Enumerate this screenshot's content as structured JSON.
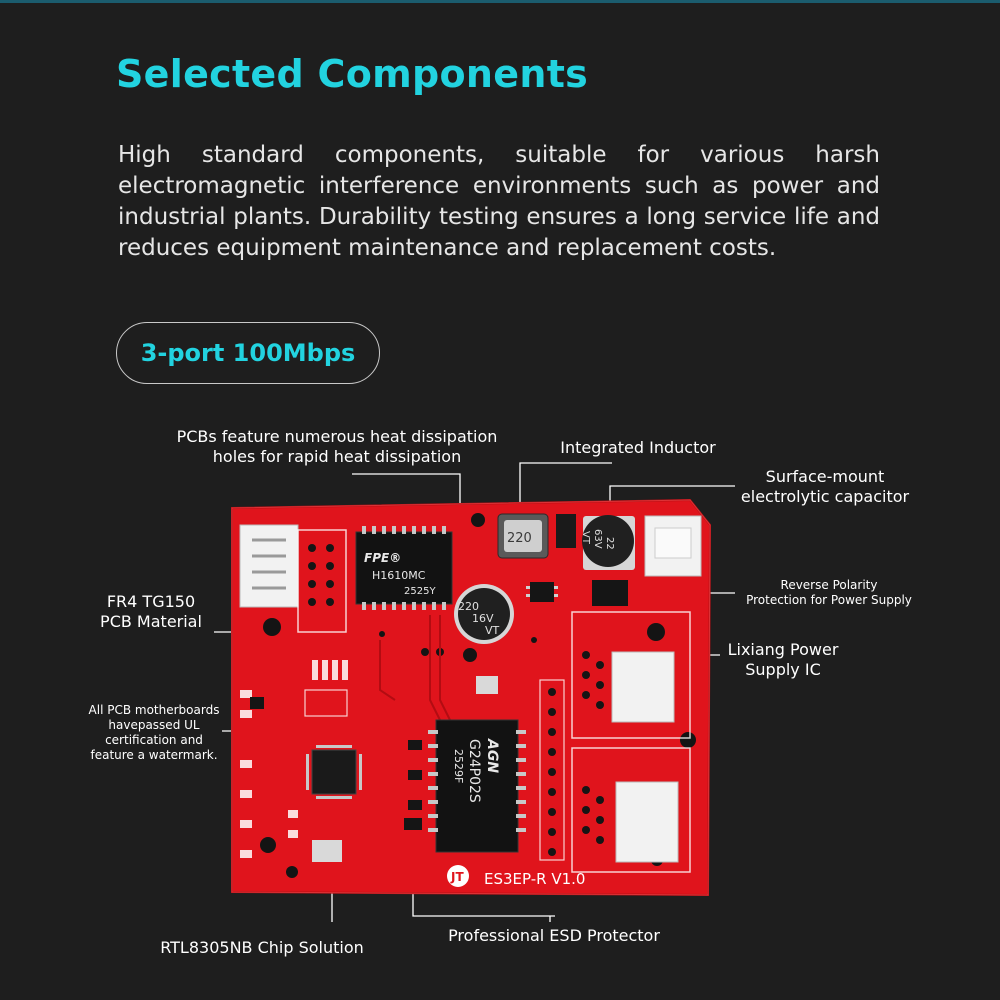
{
  "header": {
    "title": "Selected Components",
    "description": "High standard components, suitable for various harsh electromagnetic interference environments such as power and industrial plants. Durability testing ensures a long service life and reduces equipment maintenance and replacement costs."
  },
  "badge": {
    "label": "3-port 100Mbps"
  },
  "callouts": {
    "heat_dissipation": "PCBs feature numerous heat dissipation\nholes for rapid heat dissipation",
    "inductor": "Integrated Inductor",
    "capacitor": "Surface-mount\nelectrolytic capacitor",
    "reverse_polarity": "Reverse Polarity\nProtection for Power Supply",
    "pcb_material": "FR4 TG150\nPCB Material",
    "power_ic": "Lixiang Power\nSupply IC",
    "ul_certification": "All PCB motherboards\nhavepassed UL\ncertification and\nfeature a watermark.",
    "chip_solution": "RTL8305NB Chip Solution",
    "esd_protector": "Professional ESD Protector"
  },
  "board": {
    "transformer_1_brand": "FPE®",
    "transformer_1_model": "H1610MC",
    "transformer_1_code": "2525Y",
    "transformer_2_brand": "AGN",
    "transformer_2_model": "G24P02S",
    "transformer_2_code": "2529F",
    "inductor_marking": "220",
    "cap_1_marking_1": "22",
    "cap_1_marking_2": "63V",
    "cap_1_marking_3": "VT",
    "cap_2_marking_1": "220",
    "cap_2_marking_2": "16V",
    "cap_2_marking_3": "VT",
    "model_label": "ES3EP-R V1.0",
    "logo_text": "JT"
  }
}
